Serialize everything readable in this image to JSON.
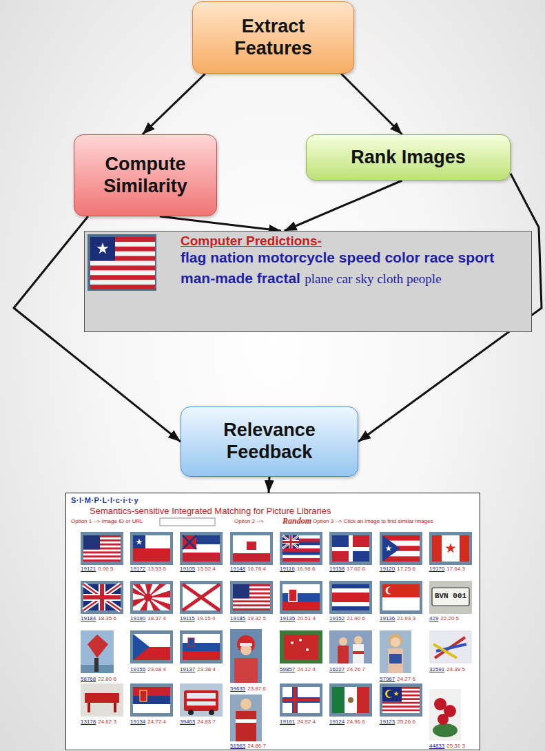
{
  "diagram": {
    "nodes": [
      {
        "text": [
          "Extract Features"
        ]
      },
      {
        "text": [
          "Compute Similarity"
        ]
      },
      {
        "text": [
          "Rank Images"
        ]
      },
      {
        "text": [
          "Computer Predictions-",
          "flag nation motorcycle speed color race sport man-made fractal",
          "plane car sky cloth people"
        ]
      },
      {
        "text": [
          "Relevance Feedback"
        ]
      },
      {
        "text": [
          "S·I·M·P·L·I·c·i·t·y",
          "Semantics-sensitive Integrated Matching for Picture Libraries",
          "Option 1 --> Image ID or URL",
          "Option 2 -->",
          "Random",
          "Option 3 --> Click an image to find similar images",
          "19121",
          "0.00 5",
          "19172",
          "13.53 5",
          "19105",
          "15.52 4",
          "19148",
          "16.78 4",
          "19116",
          "16.98 6",
          "19158",
          "17.02 6",
          "19120",
          "17.25 6",
          "19170",
          "17.64 3",
          "19184",
          "18.35 6",
          "19190",
          "18.37 4",
          "19115",
          "19.15 4",
          "19185",
          "19.32 5",
          "19135",
          "20.51 4",
          "19152",
          "21.90 6",
          "19136",
          "21.93 3",
          "429",
          "22.20 5",
          "58768",
          "22.80 6",
          "19155",
          "23.08 4",
          "19137",
          "23.38 4",
          "59635",
          "23.87 6",
          "59857",
          "24.12 4",
          "16227",
          "24.26 7",
          "57967",
          "24.27 6",
          "32591",
          "24.39 5",
          "13178",
          "24.62 3",
          "19134",
          "24.72 4",
          "39463",
          "24.83 7",
          "51563",
          "24.86 7",
          "19161",
          "24.92 4",
          "19124",
          "24.96 6",
          "19123",
          "25.26 6",
          "44833",
          "25.31 3"
        ]
      }
    ],
    "edges": [
      {
        "from": 0,
        "to": 1,
        "arrow": "to"
      },
      {
        "from": 0,
        "to": 2,
        "arrow": "to"
      },
      {
        "from": 1,
        "to": 3,
        "arrow": "to"
      },
      {
        "from": 2,
        "to": 3,
        "arrow": "to"
      },
      {
        "from": 1,
        "to": 4,
        "arrow": "to"
      },
      {
        "from": 2,
        "to": 4,
        "arrow": "to"
      },
      {
        "from": 4,
        "to": 5,
        "arrow": "to"
      }
    ],
    "labels": [
      "BVN 001"
    ]
  }
}
